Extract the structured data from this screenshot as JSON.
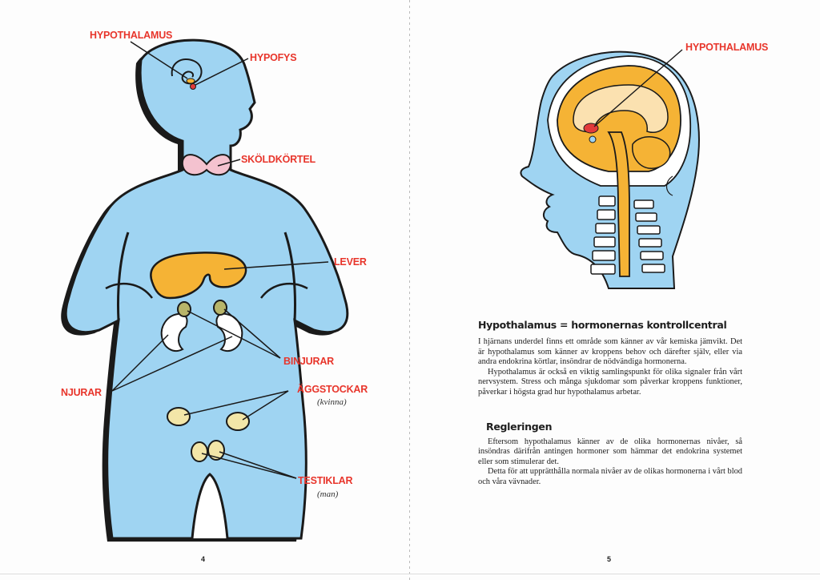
{
  "left_page": {
    "labels": {
      "hypothalamus": "HYPOTHALAMUS",
      "hypofys": "HYPOFYS",
      "skoldkortel": "SKÖLDKÖRTEL",
      "lever": "LEVER",
      "binjurar": "BINJURAR",
      "njurar": "NJURAR",
      "aggstockar": "ÄGGSTOCKAR",
      "aggstockar_note": "(kvinna)",
      "testiklar": "TESTIKLAR",
      "testiklar_note": "(man)"
    },
    "page_number": "4"
  },
  "right_page": {
    "labels": {
      "hypothalamus": "HYPOTHALAMUS"
    },
    "heading_main": "Hypothalamus = hormonernas kontrollcentral",
    "paragraphs_main": [
      "I hjärnans underdel finns ett område som känner av vår kemiska jämvikt. Det är hypothalamus som känner av kroppens behov och därefter själv, eller via andra endokrina körtlar, insöndrar de nödvändiga hormonerna.",
      "Hypothalamus är också en viktig samlingspunkt för olika signaler från vårt nervsystem. Stress och många sjukdomar som påverkar kroppens funktioner, påverkar i högsta grad hur hypothalamus arbetar."
    ],
    "heading_regulation": "Regleringen",
    "paragraphs_regulation": [
      "Eftersom hypothalamus känner av de olika hormonernas nivåer, så insöndras därifrån antingen hormoner som hämmar det endokrina systemet eller som stimulerar det.",
      "Detta för att upprätthålla normala nivåer av de olikas hormonerna i vårt blod och våra vävnader."
    ],
    "page_number": "5"
  },
  "colors": {
    "body_blue": "#9fd4f2",
    "outline": "#1a1a1a",
    "organ_orange": "#f5b335",
    "label_red": "#e8352b",
    "thyroid_pink": "#f4c2cf",
    "gonad_cream": "#f3e6a8",
    "adrenal_olive": "#b8b56a"
  }
}
